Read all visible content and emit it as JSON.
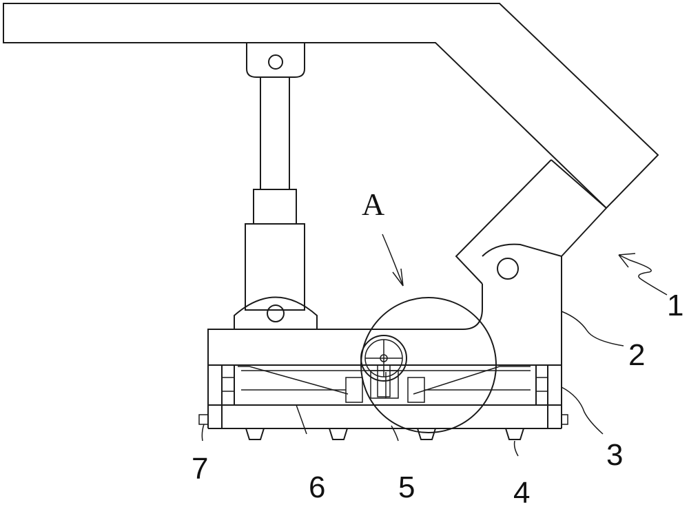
{
  "labels": {
    "A": "A",
    "n1": "1",
    "n2": "2",
    "n3": "3",
    "n4": "4",
    "n5": "5",
    "n6": "6",
    "n7": "7"
  },
  "colors": {
    "line": "#1a1a1a",
    "background": "#ffffff"
  }
}
